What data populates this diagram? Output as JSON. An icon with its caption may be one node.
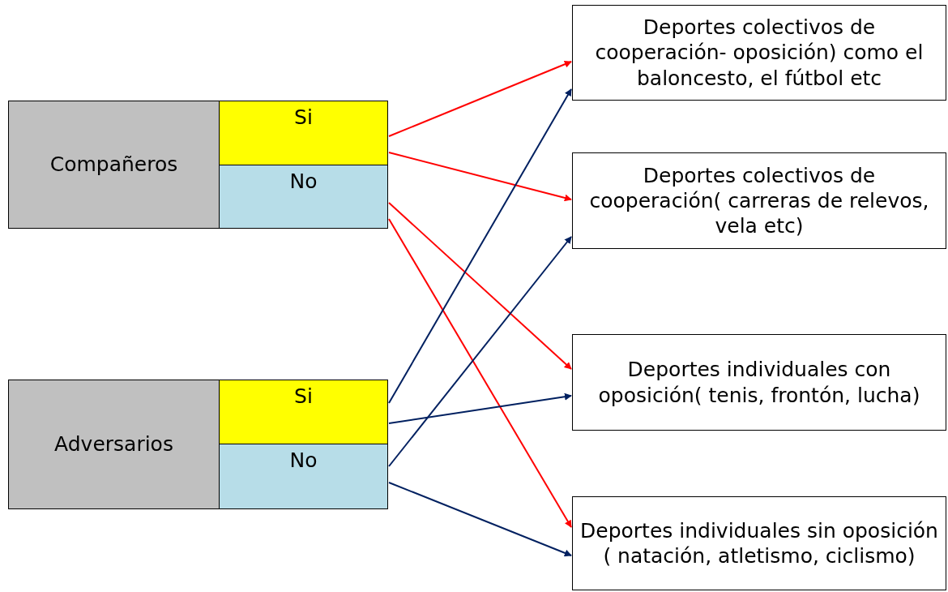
{
  "diagram": {
    "nodes": [
      {
        "text": [
          "Compañeros"
        ]
      },
      {
        "text": [
          "Si"
        ]
      },
      {
        "text": [
          "No"
        ]
      },
      {
        "text": [
          "Adversarios"
        ]
      },
      {
        "text": [
          "Si"
        ]
      },
      {
        "text": [
          "No"
        ]
      },
      {
        "text": [
          "Deportes colectivos de cooperación- oposición) como el baloncesto, el fútbol etc"
        ]
      },
      {
        "text": [
          "Deportes colectivos de cooperación( carreras de relevos, vela etc)"
        ]
      },
      {
        "text": [
          "Deportes individuales con oposición( tenis, frontón, lucha)"
        ]
      },
      {
        "text": [
          "Deportes individuales sin oposición ( natación, atletismo, ciclismo)"
        ]
      }
    ],
    "edges": [
      {
        "from": 1,
        "to": 6,
        "arrow": "to",
        "color": "#ff0000"
      },
      {
        "from": 1,
        "to": 7,
        "arrow": "to",
        "color": "#ff0000"
      },
      {
        "from": 2,
        "to": 8,
        "arrow": "to",
        "color": "#ff0000"
      },
      {
        "from": 2,
        "to": 9,
        "arrow": "to",
        "color": "#ff0000"
      },
      {
        "from": 4,
        "to": 6,
        "arrow": "to",
        "color": "#002060"
      },
      {
        "from": 4,
        "to": 8,
        "arrow": "to",
        "color": "#002060"
      },
      {
        "from": 5,
        "to": 7,
        "arrow": "to",
        "color": "#002060"
      },
      {
        "from": 5,
        "to": 9,
        "arrow": "to",
        "color": "#002060"
      }
    ]
  }
}
